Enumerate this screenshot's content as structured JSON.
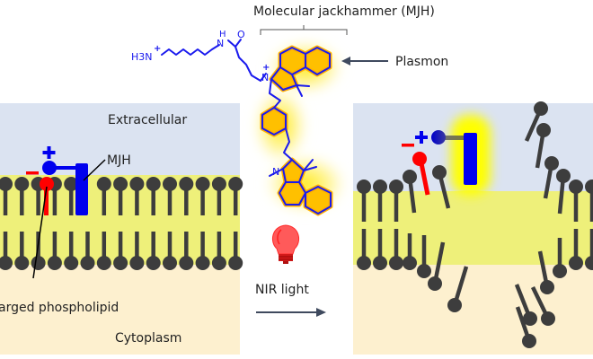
{
  "title": "Molecular jackhammer (MJH)",
  "labels": {
    "plasmon": "Plasmon",
    "extracellular": "Extracellular",
    "cytoplasm": "Cytoplasm",
    "mjh": "MJH",
    "charged_phospholipid": "arged phospholipid",
    "nir_light": "NIR light",
    "plus": "+",
    "minus": "−"
  },
  "molecule": {
    "amine_label": "H3N",
    "amine_charge": "+",
    "nh_label": "H",
    "n_label": "N",
    "o_label": "O",
    "n_plus_label": "N",
    "n_plus_charge": "+",
    "n_methyl_label": "N"
  },
  "colors": {
    "extracellular_bg": "#dbe3f1",
    "membrane_core": "#eef07a",
    "cytoplasm_bg": "#fdf0cf",
    "lipid": "#3d3d3d",
    "mjh_blue": "#0000ee",
    "charged_red": "#ff0000",
    "glow_yellow": "#ffff00",
    "molecule_fill": "#ffc000",
    "arrow": "#3f4a5e"
  },
  "icons": [
    "lightbulb-icon",
    "arrow-right-icon",
    "arrow-left-icon"
  ]
}
